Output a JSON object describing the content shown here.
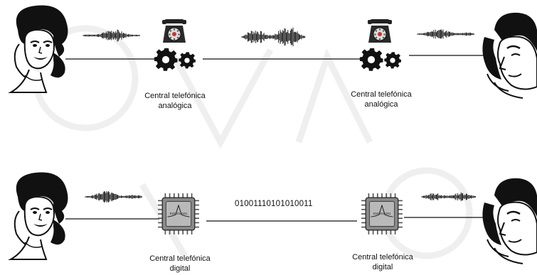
{
  "top_row": {
    "left_switch_label": [
      "Central telefónica",
      "analógica"
    ],
    "right_switch_label": [
      "Central telefónica",
      "analógica"
    ]
  },
  "bottom_row": {
    "left_switch_label": [
      "Central telefónica",
      "digital"
    ],
    "right_switch_label": [
      "Central telefónica",
      "digital"
    ],
    "bit_stream": "01001110101010011"
  },
  "colors": {
    "ink": "#111111",
    "watermark": "#eeeeee"
  }
}
